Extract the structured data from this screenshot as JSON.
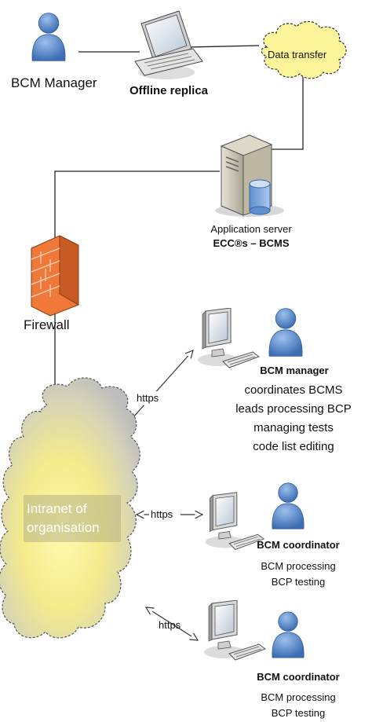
{
  "labels": {
    "bcm_manager_top": "BCM Manager",
    "offline_replica": "Offline replica",
    "data_transfer": "Data transfer",
    "app_server_line1": "Application server",
    "app_server_line2": "ECC®s – BCMS",
    "firewall": "Firewall",
    "intranet_line1": "Intranet of",
    "intranet_line2": "organisation",
    "https_1": "https",
    "https_2": "https",
    "https_3": "https"
  },
  "users": [
    {
      "title": "BCM manager",
      "roles": [
        "coordinates BCMS",
        "leads processing BCP",
        "managing tests",
        "code list editing"
      ]
    },
    {
      "title": "BCM coordinator",
      "roles": [
        "BCM processing",
        "BCP testing"
      ]
    },
    {
      "title": "BCM coordinator",
      "roles": [
        "BCM processing",
        "BCP testing"
      ]
    }
  ],
  "colors": {
    "person_blue": "#5a84c4",
    "cloud_yellow": "#fdf59a",
    "cloud_gray": "#c7c7c7",
    "firewall_orange": "#f07838"
  },
  "icons": [
    "person-icon",
    "laptop-icon",
    "server-icon",
    "firewall-icon",
    "desktop-computer-icon",
    "cloud-icon"
  ]
}
